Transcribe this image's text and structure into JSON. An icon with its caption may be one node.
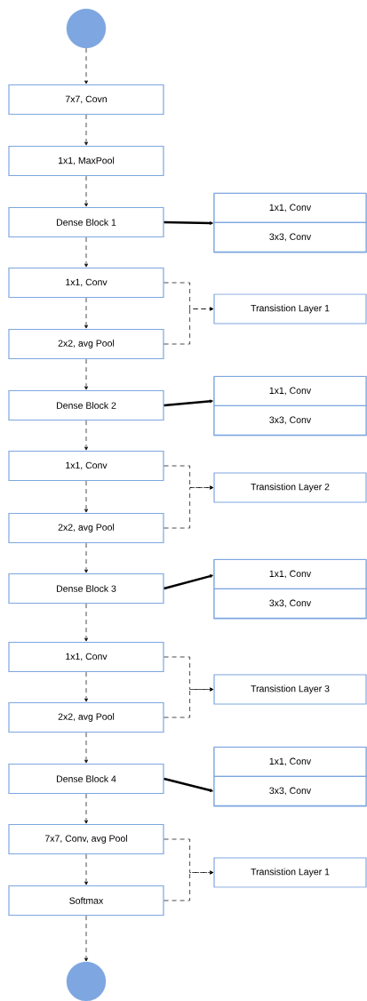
{
  "diagram": {
    "nodes": [
      {
        "text": [],
        "shape": "circle"
      },
      {
        "text": [
          "7x7, Covn"
        ]
      },
      {
        "text": [
          "1x1, MaxPool"
        ]
      },
      {
        "text": [
          "Dense Block 1"
        ]
      },
      {
        "text": [],
        "shape": "box"
      },
      {
        "text": [
          "1x1, Conv"
        ],
        "in": 4
      },
      {
        "text": [
          "3x3, Conv"
        ],
        "in": 4
      },
      {
        "text": [
          "1x1, Conv"
        ]
      },
      {
        "text": [
          "Transistion Layer 1"
        ]
      },
      {
        "text": [
          "2x2, avg Pool"
        ]
      },
      {
        "text": [
          "Dense Block 2"
        ]
      },
      {
        "text": [],
        "shape": "box"
      },
      {
        "text": [
          "1x1, Conv"
        ],
        "in": 11
      },
      {
        "text": [
          "3x3, Conv"
        ],
        "in": 11
      },
      {
        "text": [
          "1x1, Conv"
        ]
      },
      {
        "text": [
          "Transistion Layer 2"
        ]
      },
      {
        "text": [
          "2x2, avg Pool"
        ]
      },
      {
        "text": [
          "Dense Block 3"
        ]
      },
      {
        "text": [],
        "shape": "box"
      },
      {
        "text": [
          "1x1, Conv"
        ],
        "in": 18
      },
      {
        "text": [
          "3x3, Conv"
        ],
        "in": 18
      },
      {
        "text": [
          "1x1, Conv"
        ]
      },
      {
        "text": [
          "Transistion Layer 3"
        ]
      },
      {
        "text": [
          "2x2, avg Pool"
        ]
      },
      {
        "text": [
          "Dense Block 4"
        ]
      },
      {
        "text": [],
        "shape": "box"
      },
      {
        "text": [
          "1x1, Conv"
        ],
        "in": 25
      },
      {
        "text": [
          "3x3, Conv"
        ],
        "in": 25
      },
      {
        "text": [
          "7x7, Conv, avg Pool"
        ]
      },
      {
        "text": [
          "Transistion Layer 1"
        ]
      },
      {
        "text": [
          "Softmax"
        ]
      },
      {
        "text": [],
        "shape": "circle"
      }
    ],
    "edges": [
      {
        "from": 0,
        "to": 1,
        "arrow": "to",
        "style": "dashed"
      },
      {
        "from": 1,
        "to": 2,
        "arrow": "to",
        "style": "dashed"
      },
      {
        "from": 2,
        "to": 3,
        "arrow": "to",
        "style": "dashed"
      },
      {
        "from": 3,
        "to": 4,
        "arrow": "to",
        "style": "thick"
      },
      {
        "from": 3,
        "to": 7,
        "arrow": "to",
        "style": "dashed"
      },
      {
        "from": 7,
        "to": 9,
        "arrow": "to",
        "style": "dashed"
      },
      {
        "from": 7,
        "to": 8,
        "arrow": "to",
        "style": "dashed"
      },
      {
        "from": 9,
        "to": 8,
        "arrow": "to",
        "style": "dashed"
      },
      {
        "from": 9,
        "to": 10,
        "arrow": "to",
        "style": "dashed"
      },
      {
        "from": 10,
        "to": 11,
        "arrow": "to",
        "style": "thick"
      },
      {
        "from": 10,
        "to": 14,
        "arrow": "to",
        "style": "dashed"
      },
      {
        "from": 14,
        "to": 16,
        "arrow": "to",
        "style": "dashed"
      },
      {
        "from": 14,
        "to": 15,
        "arrow": "to",
        "style": "dashed"
      },
      {
        "from": 16,
        "to": 15,
        "arrow": "to",
        "style": "dashed"
      },
      {
        "from": 16,
        "to": 17,
        "arrow": "to",
        "style": "dashed"
      },
      {
        "from": 17,
        "to": 18,
        "arrow": "to",
        "style": "thick"
      },
      {
        "from": 17,
        "to": 21,
        "arrow": "to",
        "style": "dashed"
      },
      {
        "from": 21,
        "to": 23,
        "arrow": "to",
        "style": "dashed"
      },
      {
        "from": 21,
        "to": 22,
        "arrow": "to",
        "style": "dashed"
      },
      {
        "from": 23,
        "to": 22,
        "arrow": "to",
        "style": "dashed"
      },
      {
        "from": 23,
        "to": 24,
        "arrow": "to",
        "style": "dashed"
      },
      {
        "from": 24,
        "to": 25,
        "arrow": "to",
        "style": "thick"
      },
      {
        "from": 24,
        "to": 28,
        "arrow": "to",
        "style": "dashed"
      },
      {
        "from": 28,
        "to": 30,
        "arrow": "to",
        "style": "dashed"
      },
      {
        "from": 28,
        "to": 29,
        "arrow": "to",
        "style": "dashed"
      },
      {
        "from": 30,
        "to": 29,
        "arrow": "to",
        "style": "dashed"
      },
      {
        "from": 30,
        "to": 31,
        "arrow": "to",
        "style": "dashed"
      }
    ]
  }
}
